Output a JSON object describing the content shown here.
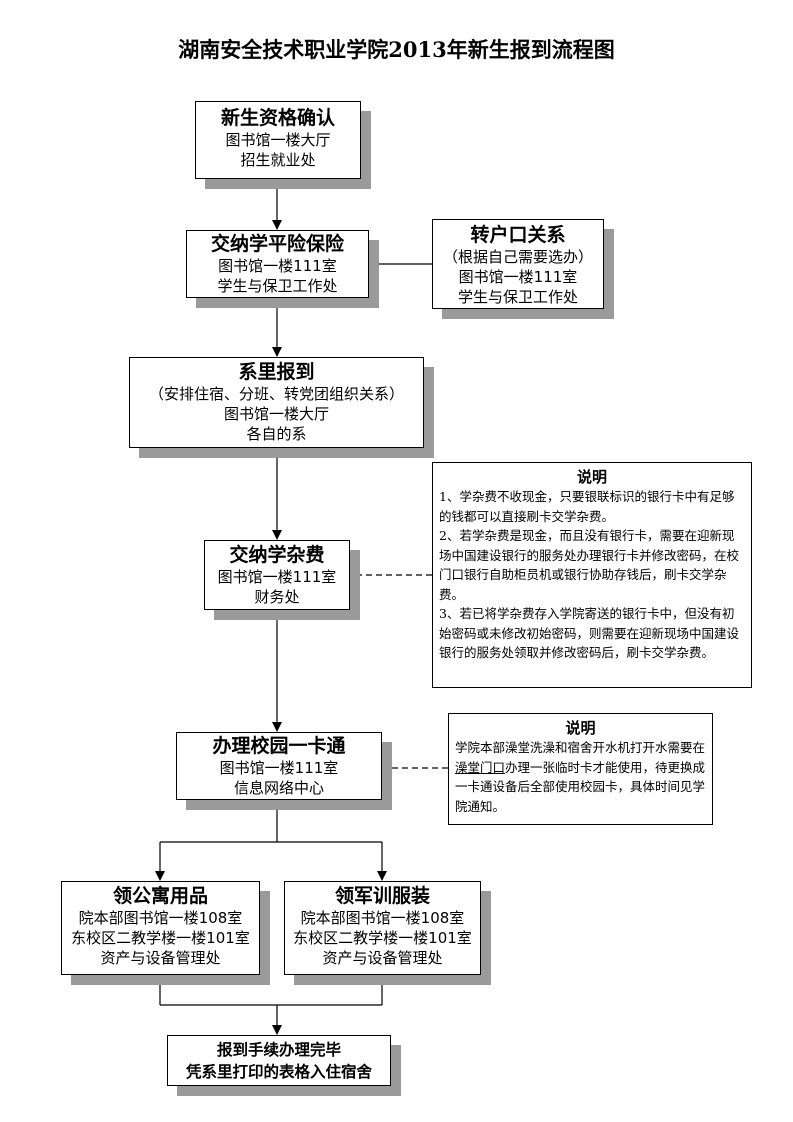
{
  "title": "湖南安全技术职业学院2013年新生报到流程图",
  "steps": {
    "qualification": {
      "title": "新生资格确认",
      "lines": [
        "图书馆一楼大厅",
        "招生就业处"
      ]
    },
    "insurance": {
      "title": "交纳学平险保险",
      "lines": [
        "图书馆一楼111室",
        "学生与保卫工作处"
      ]
    },
    "hukou": {
      "title": "转户口关系",
      "lines": [
        "（根据自己需要选办）",
        "图书馆一楼111室",
        "学生与保卫工作处"
      ]
    },
    "department": {
      "title": "系里报到",
      "lines": [
        "（安排住宿、分班、转党团组织关系）",
        "图书馆一楼大厅",
        "各自的系"
      ]
    },
    "fees": {
      "title": "交纳学杂费",
      "lines": [
        "图书馆一楼111室",
        "财务处"
      ]
    },
    "card": {
      "title": "办理校园一卡通",
      "lines": [
        "图书馆一楼111室",
        "信息网络中心"
      ]
    },
    "supplies": {
      "title": "领公寓用品",
      "lines": [
        "院本部图书馆一楼108室",
        "东校区二教学楼一楼101室",
        "资产与设备管理处"
      ]
    },
    "uniform": {
      "title": "领军训服装",
      "lines": [
        "院本部图书馆一楼108室",
        "东校区二教学楼一楼101室",
        "资产与设备管理处"
      ]
    },
    "final": {
      "lines": [
        "报到手续办理完毕",
        "凭系里打印的表格入住宿舍"
      ]
    }
  },
  "notes": {
    "fees_note": {
      "title": "说明",
      "items": [
        "1、学杂费不收现金，只要银联标识的银行卡中有足够的钱都可以直接刷卡交学杂费。",
        "2、若学杂费是现金，而且没有银行卡，需要在迎新现场中国建设银行的服务处办理银行卡并修改密码，在校门口银行自助柜员机或银行协助存钱后，刷卡交学杂费。",
        "3、若已将学杂费存入学院寄送的银行卡中，但没有初始密码或未修改初始密码，则需要在迎新现场中国建设银行的服务处领取并修改密码后，刷卡交学杂费。"
      ]
    },
    "card_note": {
      "title": "说明",
      "text_before": "学院本部澡堂洗澡和宿舍开水机打开水需要在",
      "underlined": "澡堂门口",
      "text_after": "办理一张临时卡才能使用，待更换成一卡通设备后全部使用校园卡，具体时间见学院通知。"
    }
  }
}
